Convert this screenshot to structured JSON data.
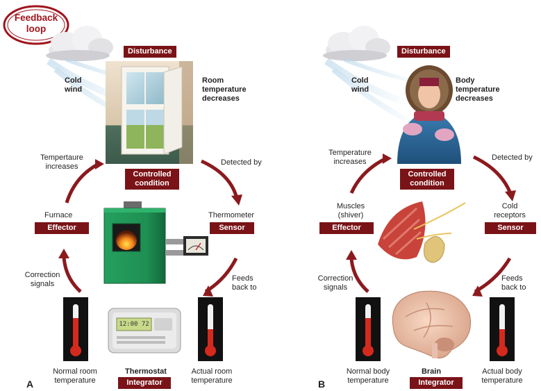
{
  "badge": "Feedback loop",
  "panelA": {
    "letter": "A",
    "disturbance": "Disturbance",
    "cold_wind": "Cold wind",
    "room_temp": "Room temperature decreases",
    "controlled": "Controlled condition",
    "detected_by": "Detected by",
    "sensor_name": "Thermometer",
    "sensor": "Sensor",
    "feeds": "Feeds back to",
    "actual": "Actual room temperature",
    "integrator_name": "Thermostat",
    "integrator": "Integrator",
    "normal": "Normal room temperature",
    "correction": "Correction signals",
    "effector_name": "Furnace",
    "effector": "Effector",
    "increases": "Tempertaure increases",
    "thermostat_display": "12:00   72"
  },
  "panelB": {
    "letter": "B",
    "disturbance": "Disturbance",
    "cold_wind": "Cold wind",
    "body_temp": "Body temperature decreases",
    "controlled": "Controlled condition",
    "detected_by": "Detected by",
    "sensor_name": "Cold receptors",
    "sensor": "Sensor",
    "feeds": "Feeds back to",
    "actual": "Actual body temperature",
    "integrator_name": "Brain",
    "integrator": "Integrator",
    "normal": "Normal body temperature",
    "correction": "Correction signals",
    "effector_name": "Muscles (shiver)",
    "effector": "Effector",
    "increases": "Temperature increases"
  },
  "colors": {
    "label_bg": "#7a1317",
    "arrow": "#8b1a1e",
    "furnace": "#1e8f52",
    "thermometer_red": "#d42a1e"
  }
}
